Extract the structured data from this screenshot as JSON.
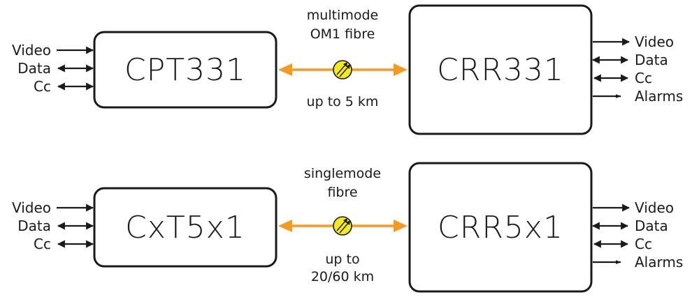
{
  "colors": {
    "fibre": "#f59a1c",
    "fibre_icon": "#f2ea1e",
    "ink": "#1a1a1a"
  },
  "links": [
    {
      "transmitter": "CPT331",
      "receiver": "CRR331",
      "fibre_lines": [
        "multimode",
        "OM1 fibre"
      ],
      "distance_lines": [
        "up to 5 km"
      ],
      "tx_signals": [
        "Video",
        "Data",
        "Cc"
      ],
      "rx_signals": [
        "Video",
        "Data",
        "Cc",
        "Alarms"
      ]
    },
    {
      "transmitter": "CxT5x1",
      "receiver": "CRR5x1",
      "fibre_lines": [
        "singlemode",
        "fibre"
      ],
      "distance_lines": [
        "up to",
        "20/60 km"
      ],
      "tx_signals": [
        "Video",
        "Data",
        "Cc"
      ],
      "rx_signals": [
        "Video",
        "Data",
        "Cc",
        "Alarms"
      ]
    }
  ]
}
